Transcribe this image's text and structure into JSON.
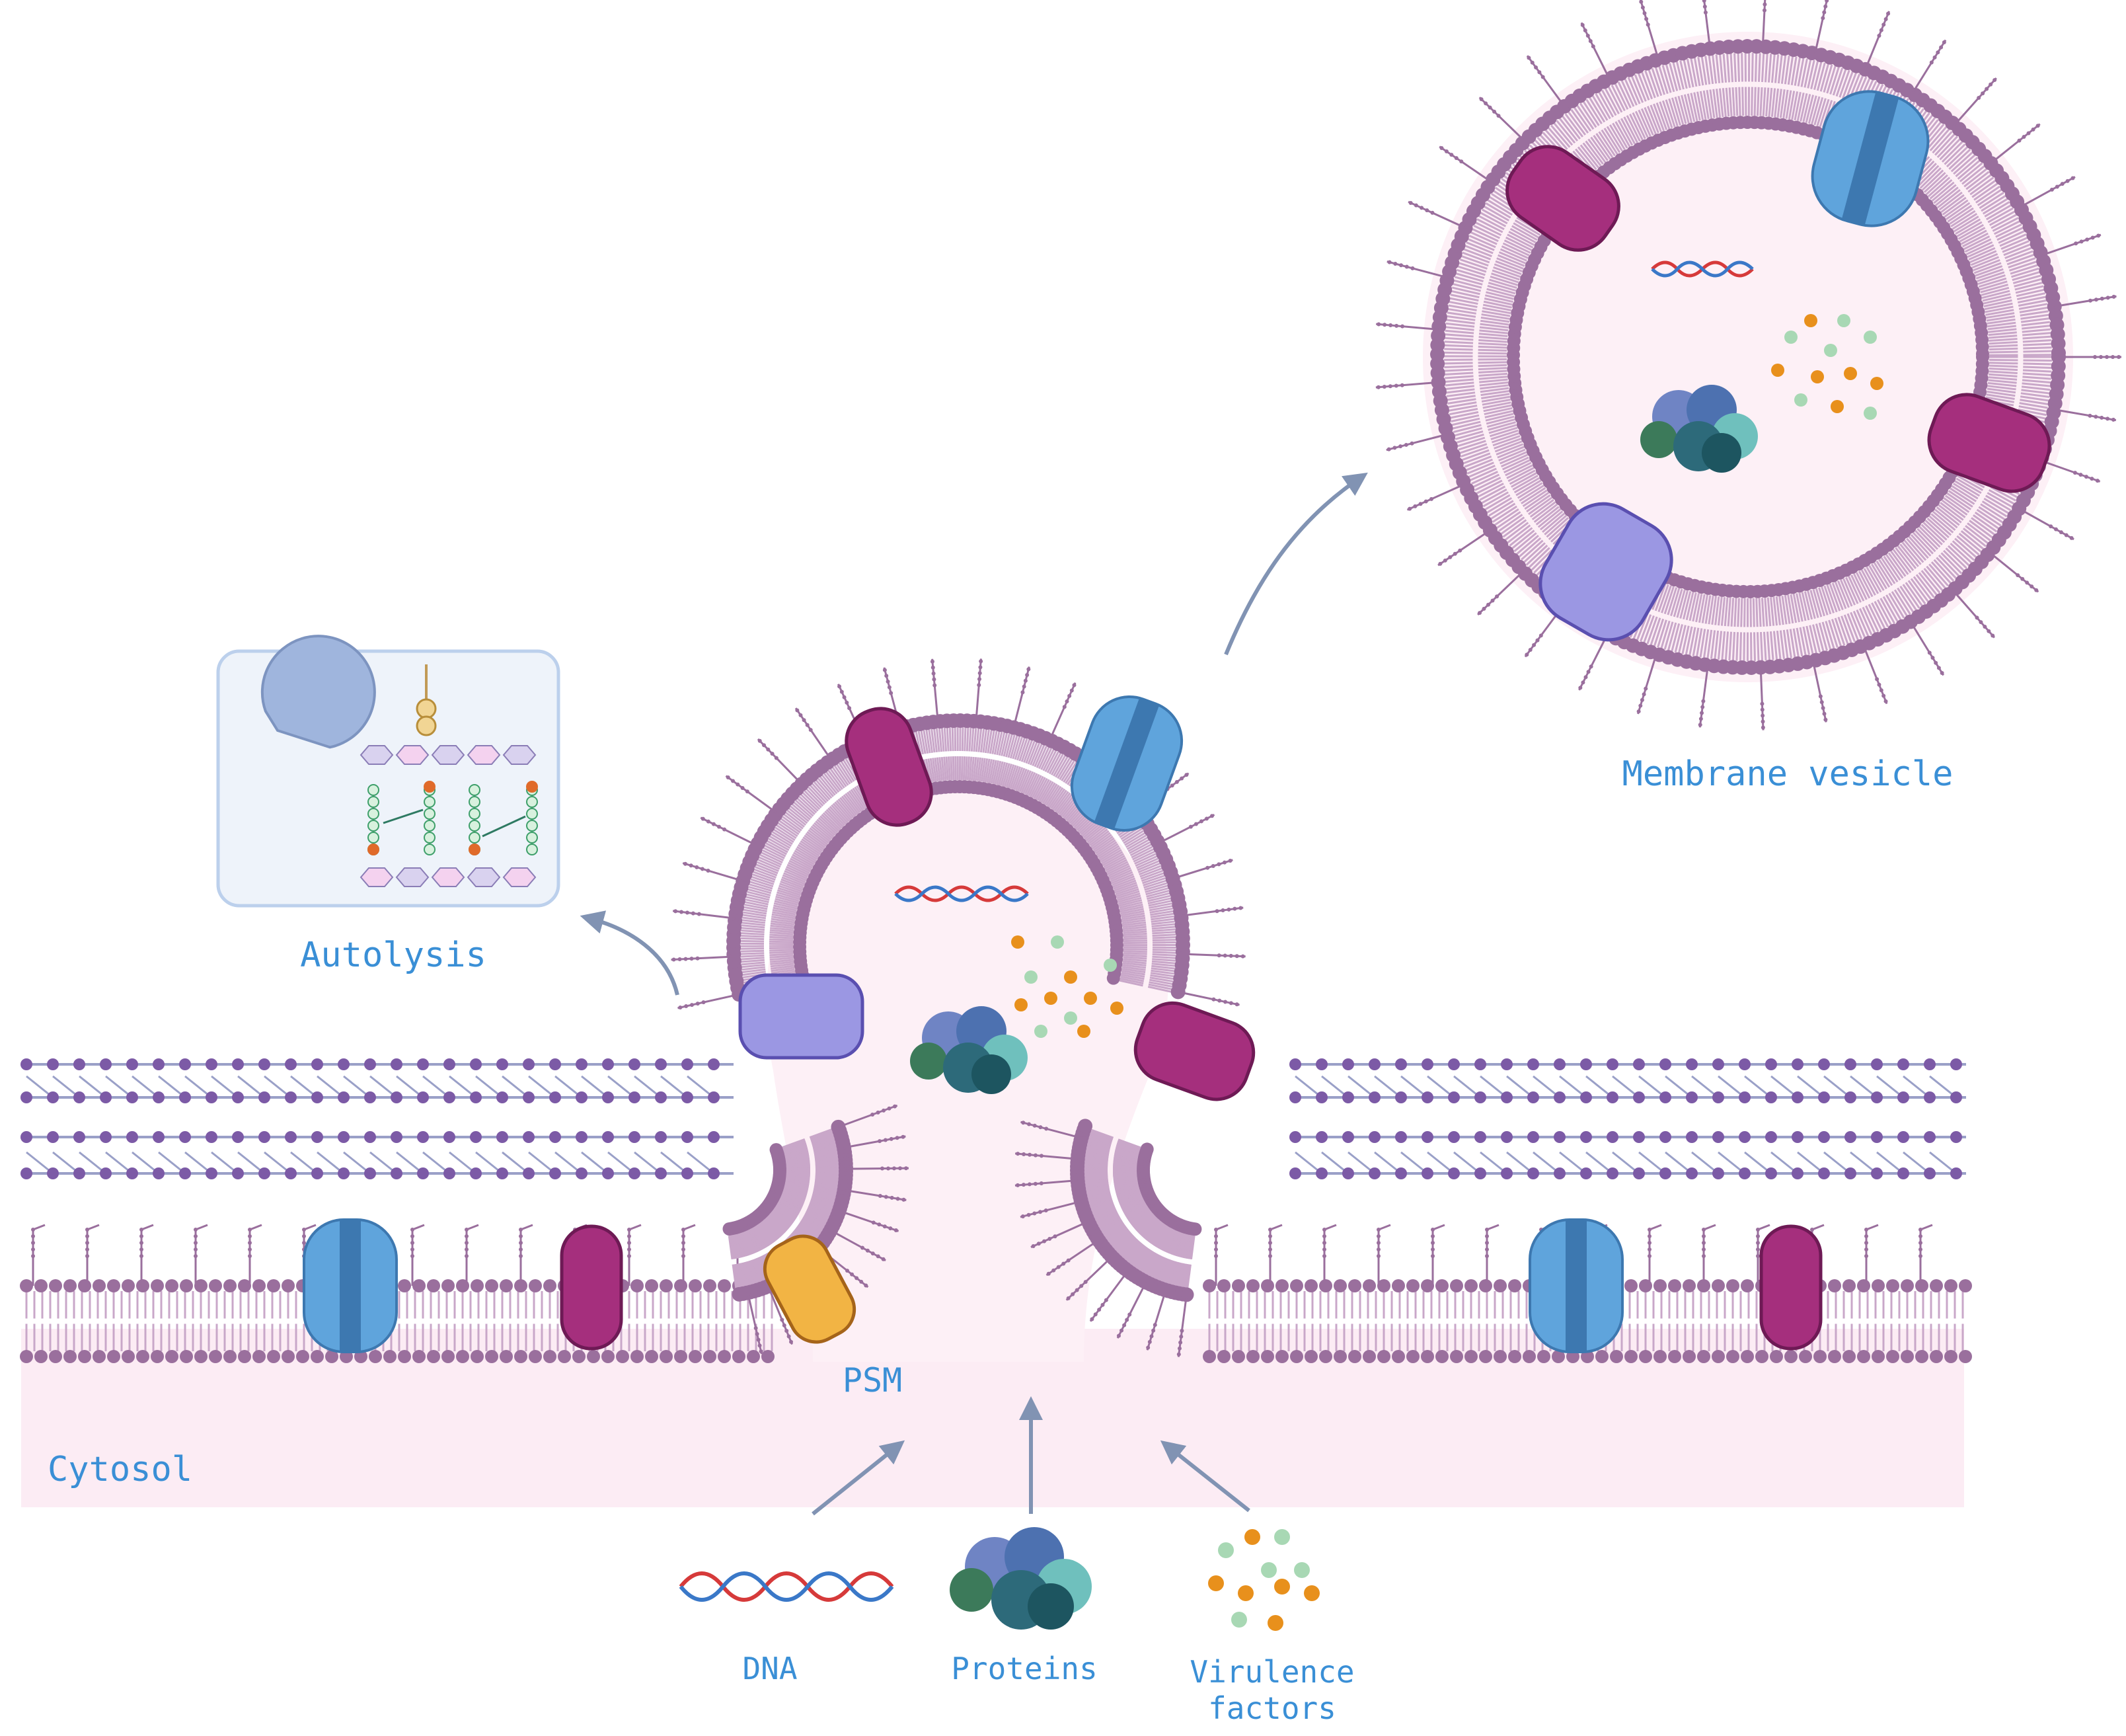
{
  "labels": {
    "membrane_vesicle": "Membrane vesicle",
    "autolysis": "Autolysis",
    "psm": "PSM",
    "cytosol": "Cytosol",
    "dna": "DNA",
    "proteins": "Proteins",
    "virulence_line1": "Virulence",
    "virulence_line2": "factors"
  },
  "colors": {
    "label_text": "#3a8fd6",
    "membrane_head": "#9a6f9d",
    "membrane_tail": "#c9a7c9",
    "cytosol_fill": "#fcecf4",
    "vesicle_interior": "#fdf0f6",
    "peptidoglycan_dot": "#7c5aa6",
    "peptidoglycan_line": "#9aa0c8",
    "protein_magenta": "#a52f7d",
    "protein_blue": "#5fa4dc",
    "protein_lavender": "#9b97e3",
    "protein_orange": "#f2b444",
    "arrow": "#8193b3",
    "dot_green": "#a8d8b4",
    "dot_orange": "#e8901c",
    "box_fill": "#eef3fa",
    "box_border": "#bcd0ec"
  },
  "icons": [
    "enzyme-icon",
    "peptidoglycan-icon",
    "dna-icon",
    "protein-complex-icon",
    "virulence-factor-dots-icon",
    "transmembrane-protein-icon"
  ]
}
